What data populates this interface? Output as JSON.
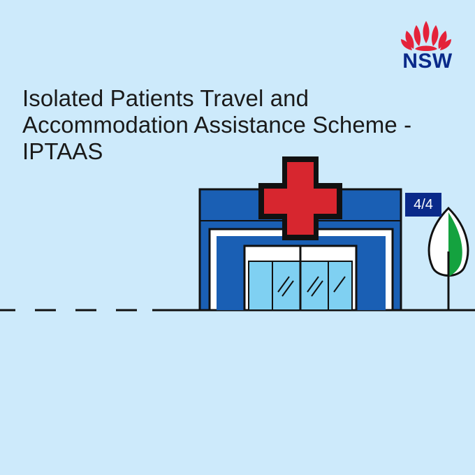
{
  "brand": {
    "logo_text": "NSW",
    "logo_icon": "waratah-flower-icon",
    "color": "#0a2a8a",
    "flower_color": "#e4223a"
  },
  "title": {
    "lines": [
      "Isolated Patients Travel and",
      "Accommodation Assistance Scheme -",
      "IPTAAS"
    ]
  },
  "page_indicator": "4/4",
  "illustration": {
    "building_icon": "hospital-building-icon",
    "cross_icon": "red-cross-icon",
    "tree_icon": "tree-icon",
    "colors": {
      "background": "#cdeafb",
      "building": "#1a5fb4",
      "cross": "#d7262f",
      "tree": "#14a23f",
      "glass": "#7fd0f2",
      "outline": "#111111"
    }
  }
}
